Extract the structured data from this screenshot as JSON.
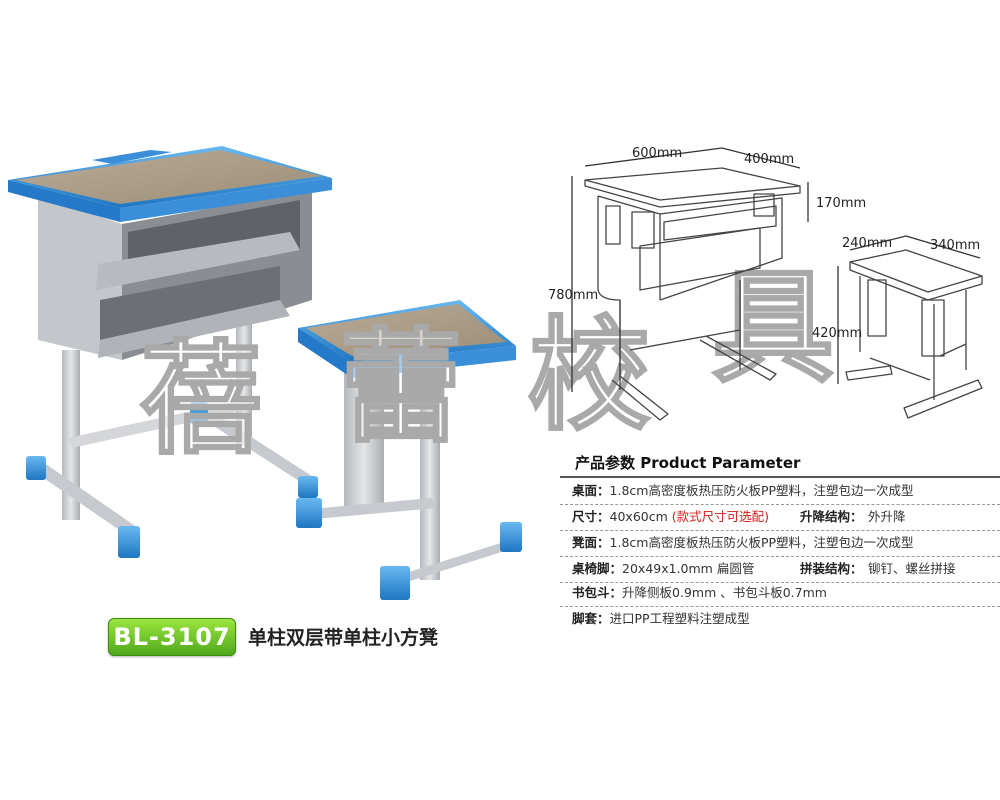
{
  "watermark": [
    "蓓",
    "蕾",
    "校",
    "具"
  ],
  "badge": {
    "model": "BL-3107",
    "color_top": "#9be63f",
    "color_bottom": "#4fa81c"
  },
  "product_name": "单柱双层带单柱小方凳",
  "dimensions": {
    "desk_width": "600mm",
    "desk_depth": "400mm",
    "desk_drawer_height": "170mm",
    "desk_height": "780mm",
    "stool_width": "240mm",
    "stool_depth": "340mm",
    "stool_height": "420mm"
  },
  "spec": {
    "title": "产品参数 Product Parameter",
    "rows": [
      {
        "label": "桌面：",
        "value": "1.8cm高密度板热压防火板PP塑料，注塑包边一次成型"
      },
      {
        "label": "尺寸：",
        "value": "40x60cm",
        "note": "(款式尺寸可选配)",
        "label2": "升降结构：",
        "value2": "外升降"
      },
      {
        "label": "凳面：",
        "value": "1.8cm高密度板热压防火板PP塑料，注塑包边一次成型"
      },
      {
        "label": "桌椅脚：",
        "value": "20x49x1.0mm 扁圆管",
        "label2": "拼装结构：",
        "value2": "铆钉、螺丝拼接"
      },
      {
        "label": "书包斗：",
        "value": "升降侧板0.9mm 、书包斗板0.7mm"
      },
      {
        "label": "脚套：",
        "value": "进口PP工程塑料注塑成型"
      }
    ]
  },
  "colors": {
    "accent_blue": "#2e8fd8",
    "frame_gray": "#c9ccd0",
    "wood": "#a99a86"
  }
}
